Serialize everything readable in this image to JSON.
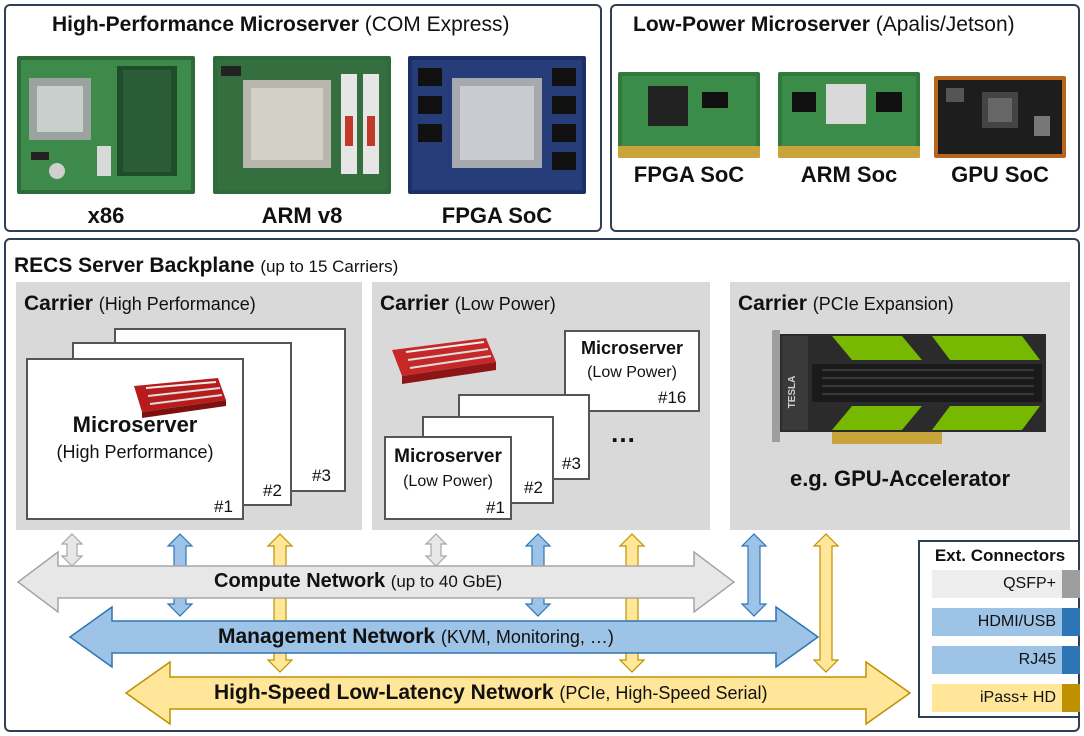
{
  "top_left": {
    "title": "High-Performance Microserver",
    "subtitle": "(COM Express)",
    "boards": [
      "x86",
      "ARM v8",
      "FPGA SoC"
    ]
  },
  "top_right": {
    "title": "Low-Power Microserver",
    "subtitle": "(Apalis/Jetson)",
    "boards": [
      "FPGA SoC",
      "ARM Soc",
      "GPU SoC"
    ]
  },
  "backplane": {
    "title": "RECS Server Backplane",
    "subtitle": "(up to 15 Carriers)"
  },
  "carrier_hp": {
    "title": "Carrier",
    "subtitle": "(High Performance)",
    "ms_title": "Microserver",
    "ms_sub": "(High Performance)",
    "nums": [
      "#1",
      "#2",
      "#3"
    ]
  },
  "carrier_lp": {
    "title": "Carrier",
    "subtitle": "(Low Power)",
    "ms_title": "Microserver",
    "ms_sub": "(Low Power)",
    "nums": [
      "#1",
      "#2",
      "#3"
    ],
    "back_title": "Microserver",
    "back_sub": "(Low Power)",
    "back_num": "#16",
    "ellipsis": "…"
  },
  "carrier_pcie": {
    "title": "Carrier",
    "subtitle": "(PCIe Expansion)",
    "caption": "e.g. GPU-Accelerator",
    "gpu_text": "TESLA"
  },
  "networks": {
    "compute": {
      "name": "Compute Network",
      "detail": "(up to 40 GbE)"
    },
    "management": {
      "name": "Management Network",
      "detail": "(KVM, Monitoring, …)"
    },
    "highspeed": {
      "name": "High-Speed Low-Latency Network",
      "detail": "(PCIe, High-Speed Serial)"
    }
  },
  "legend": {
    "title": "Ext. Connectors",
    "items": [
      {
        "label": "QSFP+",
        "color": "#9e9e9e"
      },
      {
        "label": "HDMI/USB",
        "color": "#2e75b6"
      },
      {
        "label": "RJ45",
        "color": "#2e75b6"
      },
      {
        "label": "iPass+ HD",
        "color": "#bf9000"
      }
    ]
  },
  "colors": {
    "compute": "#e7e7e7",
    "management": "#5b9bd5",
    "highspeed": "#ffd966",
    "carrier_bg": "#d9d9d9",
    "border": "#2f3f55"
  }
}
